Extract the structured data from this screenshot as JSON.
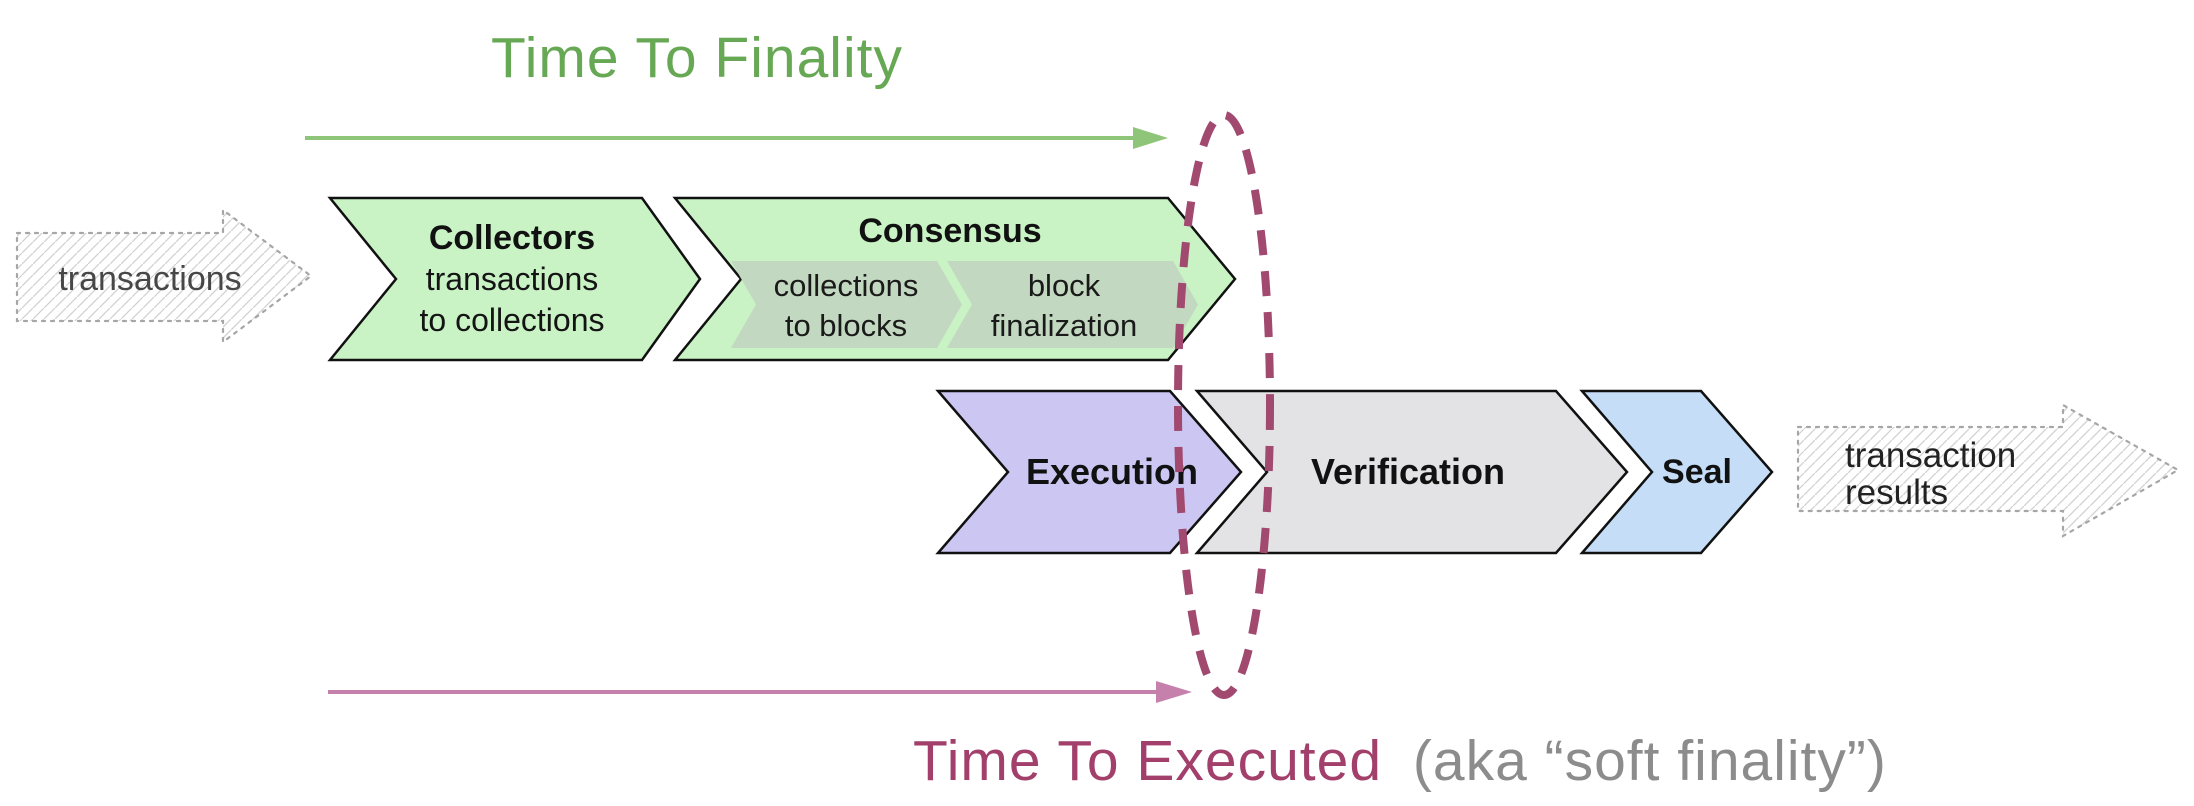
{
  "diagram": {
    "top_timeline": {
      "title": "Time To Finality"
    },
    "bottom_timeline": {
      "title": "Time To Executed",
      "suffix": "(aka “soft finality”)"
    },
    "input_arrow": {
      "label": "transactions"
    },
    "output_arrow": {
      "line1": "transaction",
      "line2": "results"
    },
    "stages": {
      "collectors": {
        "title": "Collectors",
        "desc_line1": "transactions",
        "desc_line2": "to collections"
      },
      "consensus": {
        "title": "Consensus",
        "substages": [
          {
            "line1": "collections",
            "line2": "to blocks"
          },
          {
            "line1": "block",
            "line2": "finalization"
          }
        ]
      },
      "execution": {
        "title": "Execution"
      },
      "verification": {
        "title": "Verification"
      },
      "seal": {
        "title": "Seal"
      }
    }
  },
  "colors": {
    "stage_green": "#c9f2c5",
    "substage_green": "#c3d8c0",
    "execution_purple": "#ccc6f2",
    "verification_gray": "#e3e2e4",
    "seal_blue": "#c5ddf6",
    "finality_green": "#67a854",
    "finality_arrow_green": "#8fc578",
    "executed_maroon": "#a23f6b",
    "executed_suffix_gray": "#8c8c8c",
    "executed_arrow_pink": "#c581ab",
    "ellipse_maroon": "#a2496f",
    "outline_black": "#111111",
    "sketch_gray": "#a6a6a6"
  }
}
